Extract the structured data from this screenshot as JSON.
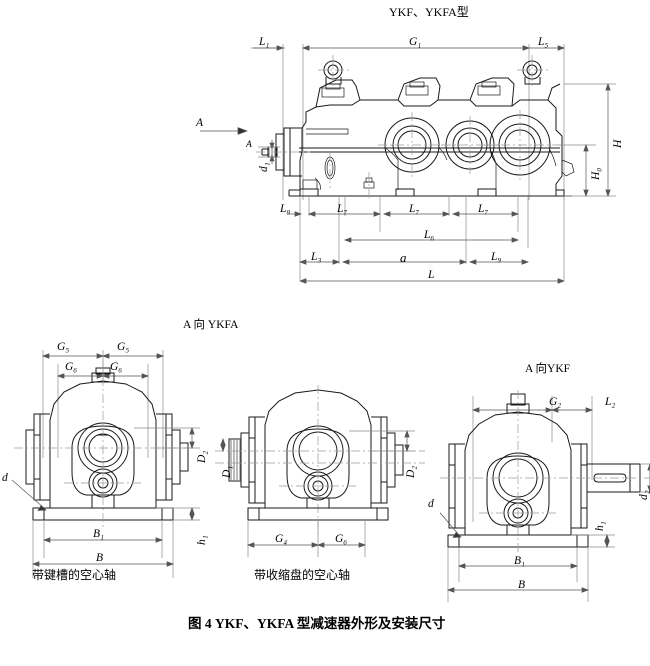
{
  "page": {
    "top_title": "YKF、YKFA型",
    "figure_caption": "图 4 YKF、YKFA 型减速器外形及安装尺寸"
  },
  "views": {
    "main": {
      "name": "main-elevation-view",
      "arrow_label": "A",
      "dimensions_top": [
        "L₁",
        "G₁",
        "L₅"
      ],
      "dimensions_right": [
        "H",
        "H₀"
      ],
      "dimensions_left": [
        "A",
        "d₁"
      ],
      "dimensions_bottom_row1": [
        "L₈",
        "L₇",
        "L₇",
        "L₇"
      ],
      "dimensions_bottom_row2": [
        "L₆"
      ],
      "dimensions_bottom_row3": [
        "L₃",
        "a",
        "L₉"
      ],
      "dimensions_bottom_row4": [
        "L"
      ]
    },
    "left_view": {
      "title": "A 向  YKFA",
      "caption": "带键槽的空心轴",
      "dimensions_top": [
        "G₅",
        "G₅",
        "G₆",
        "G₆"
      ],
      "dimensions_right": [
        "D₂",
        "h₁"
      ],
      "dimensions_bottom": [
        "B₁",
        "B"
      ],
      "callout": "d"
    },
    "middle_view": {
      "caption": "带收缩盘的空心轴",
      "dimensions_left": [
        "D₁"
      ],
      "dimensions_right": [
        "D₂"
      ],
      "dimensions_bottom": [
        "G₄",
        "G₆"
      ]
    },
    "right_view": {
      "title": "A 向YKF",
      "dimensions_top": [
        "G₂",
        "L₂"
      ],
      "dimensions_right": [
        "d₂",
        "h₁"
      ],
      "dimensions_bottom": [
        "B₁",
        "B"
      ],
      "callout": "d"
    }
  },
  "dimension_symbols": {
    "L1": "L₁",
    "L2": "L₂",
    "L3": "L₃",
    "L5": "L₅",
    "L6": "L₆",
    "L7": "L₇",
    "L8": "L₈",
    "L9": "L₉",
    "L": "L",
    "a": "a",
    "G1": "G₁",
    "G2": "G₂",
    "G4": "G₄",
    "G5": "G₅",
    "G6": "G₆",
    "H": "H",
    "H0": "H₀",
    "B": "B",
    "B1": "B₁",
    "D1": "D₁",
    "D2": "D₂",
    "d": "d",
    "d1": "d₁",
    "d2": "d₂",
    "h1": "h₁",
    "A": "A"
  }
}
